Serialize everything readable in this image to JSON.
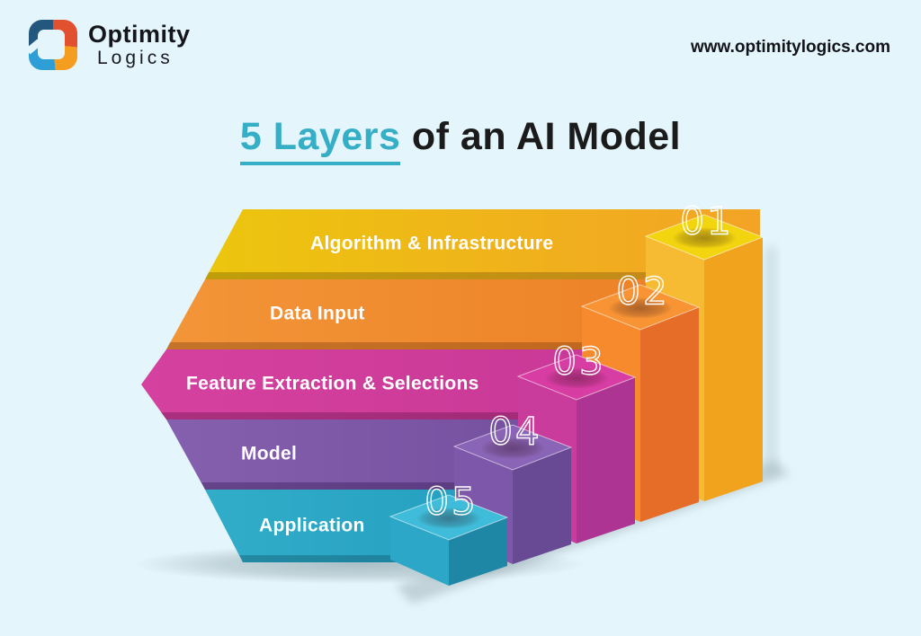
{
  "header": {
    "brand": {
      "line1": "Optimity",
      "line2": "Logics"
    },
    "website": "www.optimitylogics.com"
  },
  "title": {
    "highlight": "5 Layers",
    "rest": " of an AI Model"
  },
  "colors": {
    "background": "#e4f6fb",
    "title_accent": "#35aec6",
    "label_text": "#ffffff"
  },
  "layers": [
    {
      "num": "01",
      "label": "Algorithm & Infrastructure",
      "banner_from": "#ecc60e",
      "banner_to": "#f3a326",
      "cube_top": "#f2d40f",
      "cube_left": "#f6bb33",
      "cube_right": "#f1a31d"
    },
    {
      "num": "02",
      "label": "Data Input",
      "banner_from": "#f29538",
      "banner_to": "#ed8026",
      "cube_top": "#f89434",
      "cube_left": "#f68a2d",
      "cube_right": "#e66d28"
    },
    {
      "num": "03",
      "label": "Feature Extraction & Selections",
      "banner_from": "#d5419e",
      "banner_to": "#c93897",
      "cube_top": "#d83da3",
      "cube_left": "#c93c9c",
      "cube_right": "#ad3492"
    },
    {
      "num": "04",
      "label": "Model",
      "banner_from": "#8560ae",
      "banner_to": "#744f9f",
      "cube_top": "#8a64b6",
      "cube_left": "#7d57a9",
      "cube_right": "#684a94"
    },
    {
      "num": "05",
      "label": "Application",
      "banner_from": "#31adc9",
      "banner_to": "#259ebf",
      "cube_top": "#3ebcd9",
      "cube_left": "#2ca7c7",
      "cube_right": "#1e87a6"
    }
  ]
}
